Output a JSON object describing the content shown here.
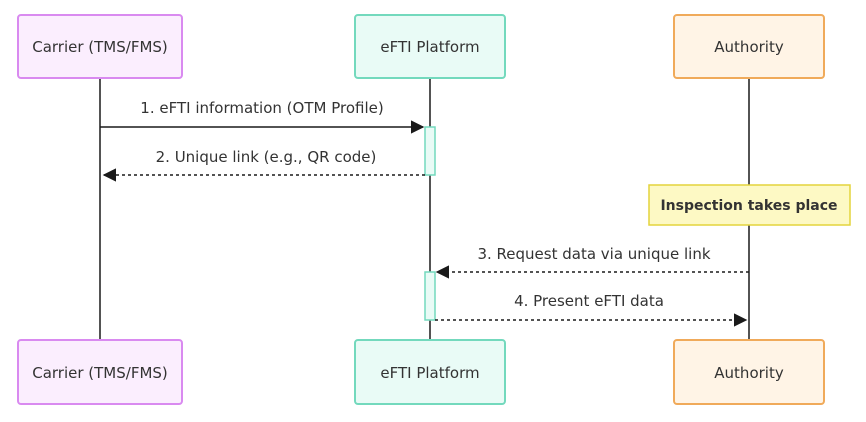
{
  "diagram": {
    "type": "sequence",
    "participants": [
      {
        "id": "carrier",
        "label": "Carrier (TMS/FMS)",
        "fill": "#fbeefe",
        "stroke": "#d98af0"
      },
      {
        "id": "platform",
        "label": "eFTI Platform",
        "fill": "#e9fbf6",
        "stroke": "#73d9bd"
      },
      {
        "id": "authority",
        "label": "Authority",
        "fill": "#fff4e6",
        "stroke": "#f0aa5a"
      }
    ],
    "messages": [
      {
        "label": "1. eFTI information (OTM Profile)",
        "from": "carrier",
        "to": "platform",
        "style": "solid"
      },
      {
        "label": "2. Unique link (e.g., QR code)",
        "from": "platform",
        "to": "carrier",
        "style": "dashed"
      },
      {
        "label": "3. Request data via unique link",
        "from": "authority",
        "to": "platform",
        "style": "dashed"
      },
      {
        "label": "4. Present eFTI data",
        "from": "platform",
        "to": "authority",
        "style": "dashed"
      }
    ],
    "note": {
      "label": "Inspection takes place",
      "over": "authority",
      "fill": "#fdf9c4",
      "stroke": "#e3d43c"
    },
    "colors": {
      "line": "#1a1a1a",
      "activation_fill": "#e9fbf6",
      "activation_stroke": "#73d9bd",
      "text": "#333333"
    }
  }
}
